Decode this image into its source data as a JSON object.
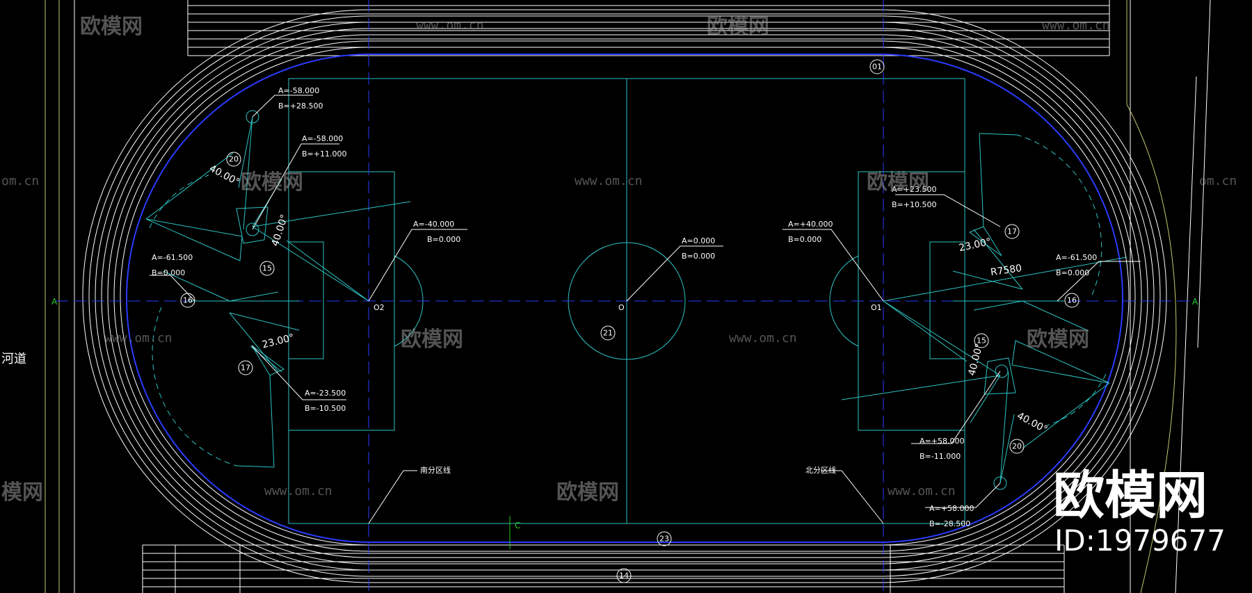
{
  "points": [
    {
      "a": "A=-58.000",
      "b": "B=+28.500"
    },
    {
      "a": "A=-58.000",
      "b": "B=+11.000"
    },
    {
      "a": "A=-40.000",
      "b": "B=0.000"
    },
    {
      "a": "A=-61.500",
      "b": "B=0.000"
    },
    {
      "a": "A=-23.500",
      "b": "B=-10.500"
    },
    {
      "a": "A=0.000",
      "b": "B=0.000"
    },
    {
      "a": "A=+40.000",
      "b": "B=0.000"
    },
    {
      "a": "A=+23.500",
      "b": "B=+10.500"
    },
    {
      "a": "A=-61.500",
      "b": "B=0.000"
    },
    {
      "a": "A=+58.000",
      "b": "B=-11.000"
    },
    {
      "a": "A=+58.000",
      "b": "B=-28.500"
    }
  ],
  "angles": {
    "left_top": "40.00°",
    "left_mid": "40.00°",
    "left_bottom": "23.00°",
    "right_top": "23.00°",
    "right_mid": "40.00°",
    "right_bottom": "40.00°"
  },
  "radius_label": "R7580",
  "centers": {
    "left": "O2",
    "middle": "O",
    "right": "O1"
  },
  "axis": {
    "left": "A",
    "right": "A",
    "bottom": "C"
  },
  "markers": [
    "01",
    "20",
    "15",
    "16",
    "17",
    "21",
    "17",
    "15",
    "16",
    "20",
    "23",
    "14"
  ],
  "zone_labels": {
    "south": "南分区线",
    "north": "北分区线"
  },
  "river_label": "河道",
  "watermark": {
    "brand": "欧模网",
    "url": "www.om.cn",
    "url_short": "om.cn",
    "brand_cut": "模网"
  },
  "id_label": "ID:1979677"
}
